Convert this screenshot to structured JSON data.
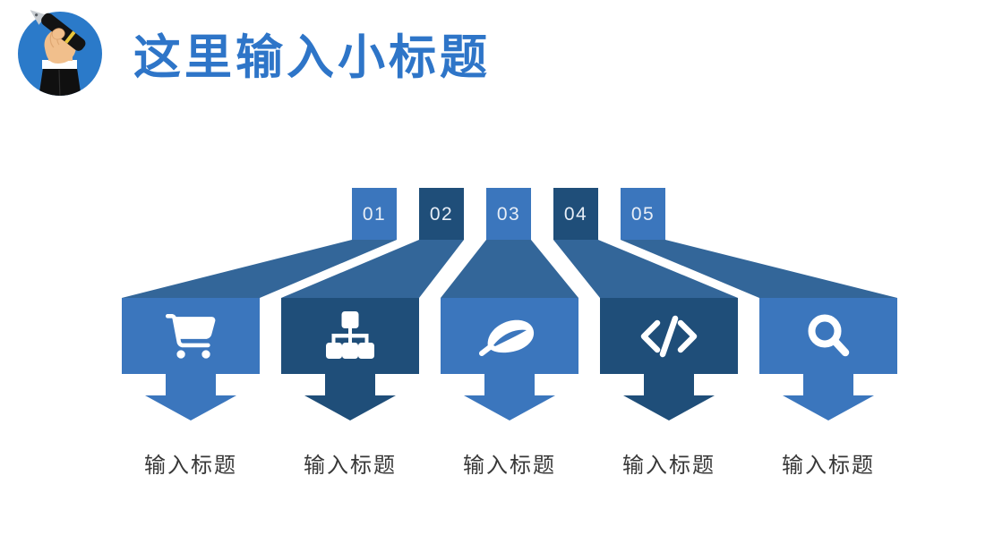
{
  "slide": {
    "title": "这里输入小标题",
    "logo_icon": "hand-holding-pen"
  },
  "steps": [
    {
      "number": "01",
      "icon": "shopping-cart-icon",
      "label": "输入标题",
      "tone": "medium-blue"
    },
    {
      "number": "02",
      "icon": "sitemap-icon",
      "label": "输入标题",
      "tone": "dark-navy"
    },
    {
      "number": "03",
      "icon": "leaf-icon",
      "label": "输入标题",
      "tone": "medium-blue"
    },
    {
      "number": "04",
      "icon": "code-icon",
      "label": "输入标题",
      "tone": "dark-navy"
    },
    {
      "number": "05",
      "icon": "search-icon",
      "label": "输入标题",
      "tone": "medium-blue"
    }
  ],
  "colors": {
    "title_blue": "#2e75c8",
    "medium_blue": "#3b76bd",
    "dark_navy": "#1f4e79",
    "funnel_blue": "#336699",
    "label_gray": "#383838",
    "logo_circle_blue": "#2b7ac9",
    "icon_white": "#ffffff"
  }
}
